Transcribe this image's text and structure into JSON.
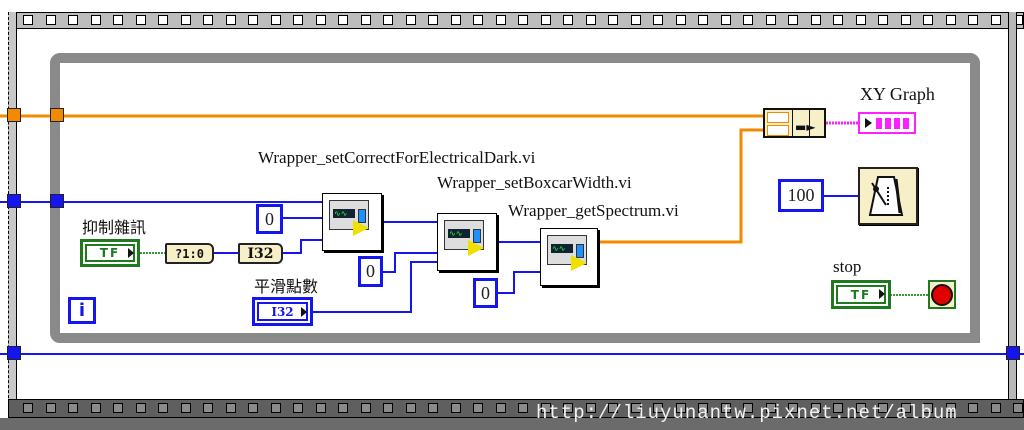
{
  "diagram": {
    "type": "LabVIEW block diagram",
    "structures": {
      "sequence_frame": "flat-sequence",
      "loop": "while-loop",
      "iteration_terminal": "i"
    },
    "controls": {
      "noise_suppression": {
        "label": "抑制雜訊",
        "type_text": "TF"
      },
      "smoothing_points": {
        "label": "平滑點數",
        "type_text": "I32"
      },
      "stop": {
        "label": "stop",
        "type_text": "TF"
      }
    },
    "conversions": {
      "bool_to_int": "?1:0",
      "to_i32": "I32"
    },
    "constants": {
      "c1": "0",
      "c2": "0",
      "c3": "0",
      "wait_ms": "100"
    },
    "subvis": [
      {
        "name": "Wrapper_setCorrectForElectricalDark.vi"
      },
      {
        "name": "Wrapper_setBoxcarWidth.vi"
      },
      {
        "name": "Wrapper_getSpectrum.vi"
      }
    ],
    "indicators": {
      "xy_graph": {
        "label": "XY Graph"
      }
    },
    "functions": {
      "bundle": "bundle-icon",
      "wait": "metronome-icon",
      "stop_condition": "stop-if-true-icon"
    },
    "colors": {
      "wire_cluster": "#f28a00",
      "wire_int": "#1515f0",
      "wire_bool": "#1f7a1f",
      "wire_xy": "#ff20ff",
      "loop_border": "#8a8a8a"
    }
  },
  "watermark": "http://liuyunantw.pixnet.net/album"
}
